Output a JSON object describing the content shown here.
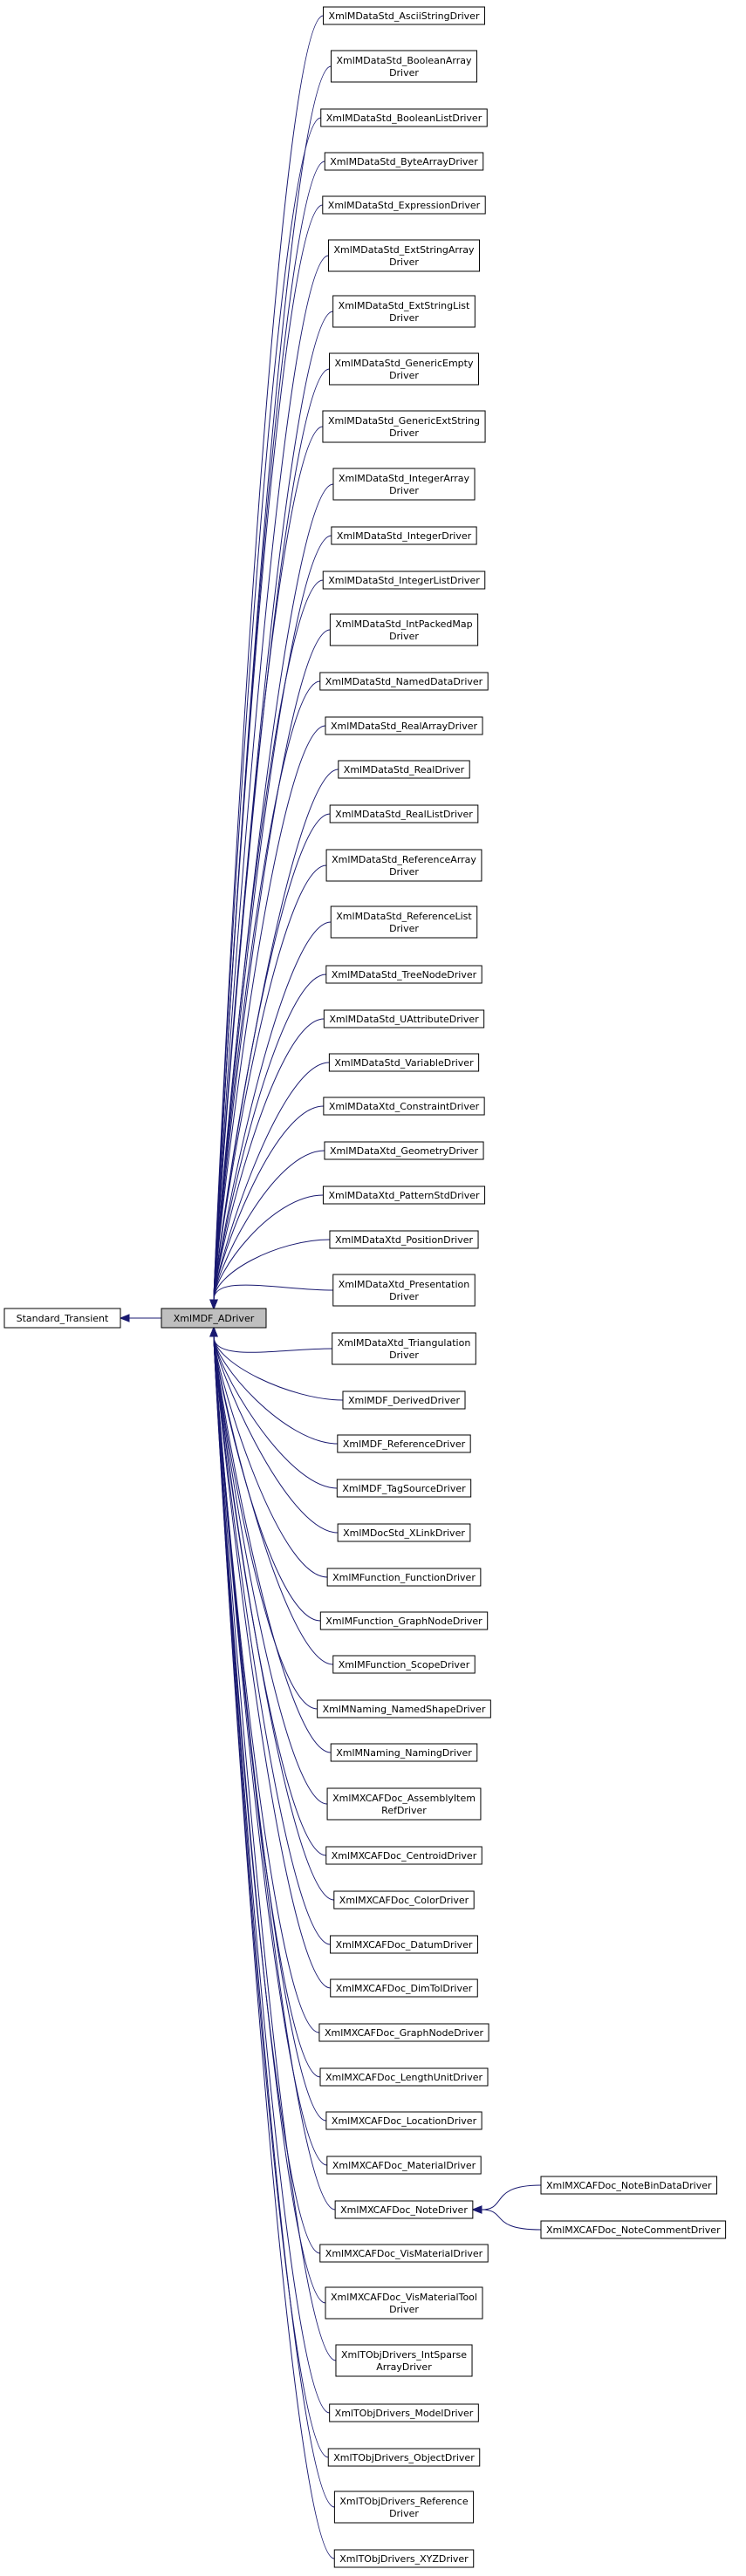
{
  "root": {
    "label": [
      "Standard_Transient"
    ]
  },
  "center": {
    "label": [
      "XmlMDF_ADriver"
    ]
  },
  "children": [
    {
      "label": [
        "XmlMDataStd_AsciiStringDriver"
      ]
    },
    {
      "label": [
        "XmlMDataStd_BooleanArray",
        "Driver"
      ]
    },
    {
      "label": [
        "XmlMDataStd_BooleanListDriver"
      ]
    },
    {
      "label": [
        "XmlMDataStd_ByteArrayDriver"
      ]
    },
    {
      "label": [
        "XmlMDataStd_ExpressionDriver"
      ]
    },
    {
      "label": [
        "XmlMDataStd_ExtStringArray",
        "Driver"
      ]
    },
    {
      "label": [
        "XmlMDataStd_ExtStringList",
        "Driver"
      ]
    },
    {
      "label": [
        "XmlMDataStd_GenericEmpty",
        "Driver"
      ]
    },
    {
      "label": [
        "XmlMDataStd_GenericExtString",
        "Driver"
      ]
    },
    {
      "label": [
        "XmlMDataStd_IntegerArray",
        "Driver"
      ]
    },
    {
      "label": [
        "XmlMDataStd_IntegerDriver"
      ]
    },
    {
      "label": [
        "XmlMDataStd_IntegerListDriver"
      ]
    },
    {
      "label": [
        "XmlMDataStd_IntPackedMap",
        "Driver"
      ]
    },
    {
      "label": [
        "XmlMDataStd_NamedDataDriver"
      ]
    },
    {
      "label": [
        "XmlMDataStd_RealArrayDriver"
      ]
    },
    {
      "label": [
        "XmlMDataStd_RealDriver"
      ]
    },
    {
      "label": [
        "XmlMDataStd_RealListDriver"
      ]
    },
    {
      "label": [
        "XmlMDataStd_ReferenceArray",
        "Driver"
      ]
    },
    {
      "label": [
        "XmlMDataStd_ReferenceList",
        "Driver"
      ]
    },
    {
      "label": [
        "XmlMDataStd_TreeNodeDriver"
      ]
    },
    {
      "label": [
        "XmlMDataStd_UAttributeDriver"
      ]
    },
    {
      "label": [
        "XmlMDataStd_VariableDriver"
      ]
    },
    {
      "label": [
        "XmlMDataXtd_ConstraintDriver"
      ]
    },
    {
      "label": [
        "XmlMDataXtd_GeometryDriver"
      ]
    },
    {
      "label": [
        "XmlMDataXtd_PatternStdDriver"
      ]
    },
    {
      "label": [
        "XmlMDataXtd_PositionDriver"
      ]
    },
    {
      "label": [
        "XmlMDataXtd_Presentation",
        "Driver"
      ]
    },
    {
      "label": [
        "XmlMDataXtd_Triangulation",
        "Driver"
      ]
    },
    {
      "label": [
        "XmlMDF_DerivedDriver"
      ]
    },
    {
      "label": [
        "XmlMDF_ReferenceDriver"
      ]
    },
    {
      "label": [
        "XmlMDF_TagSourceDriver"
      ]
    },
    {
      "label": [
        "XmlMDocStd_XLinkDriver"
      ]
    },
    {
      "label": [
        "XmlMFunction_FunctionDriver"
      ]
    },
    {
      "label": [
        "XmlMFunction_GraphNodeDriver"
      ]
    },
    {
      "label": [
        "XmlMFunction_ScopeDriver"
      ]
    },
    {
      "label": [
        "XmlMNaming_NamedShapeDriver"
      ]
    },
    {
      "label": [
        "XmlMNaming_NamingDriver"
      ]
    },
    {
      "label": [
        "XmlMXCAFDoc_AssemblyItem",
        "RefDriver"
      ]
    },
    {
      "label": [
        "XmlMXCAFDoc_CentroidDriver"
      ]
    },
    {
      "label": [
        "XmlMXCAFDoc_ColorDriver"
      ]
    },
    {
      "label": [
        "XmlMXCAFDoc_DatumDriver"
      ]
    },
    {
      "label": [
        "XmlMXCAFDoc_DimTolDriver"
      ]
    },
    {
      "label": [
        "XmlMXCAFDoc_GraphNodeDriver"
      ]
    },
    {
      "label": [
        "XmlMXCAFDoc_LengthUnitDriver"
      ]
    },
    {
      "label": [
        "XmlMXCAFDoc_LocationDriver"
      ]
    },
    {
      "label": [
        "XmlMXCAFDoc_MaterialDriver"
      ]
    },
    {
      "label": [
        "XmlMXCAFDoc_NoteDriver"
      ]
    },
    {
      "label": [
        "XmlMXCAFDoc_VisMaterialDriver"
      ]
    },
    {
      "label": [
        "XmlMXCAFDoc_VisMaterialTool",
        "Driver"
      ]
    },
    {
      "label": [
        "XmlTObjDrivers_IntSparse",
        "ArrayDriver"
      ]
    },
    {
      "label": [
        "XmlTObjDrivers_ModelDriver"
      ]
    },
    {
      "label": [
        "XmlTObjDrivers_ObjectDriver"
      ]
    },
    {
      "label": [
        "XmlTObjDrivers_Reference",
        "Driver"
      ]
    },
    {
      "label": [
        "XmlTObjDrivers_XYZDriver"
      ]
    }
  ],
  "grandchildren": {
    "parent": "XmlMXCAFDoc_NoteDriver",
    "items": [
      {
        "label": [
          "XmlMXCAFDoc_NoteBinDataDriver"
        ]
      },
      {
        "label": [
          "XmlMXCAFDoc_NoteCommentDriver"
        ]
      }
    ]
  },
  "colors": {
    "edge": "#191970",
    "center_fill": "#bfbfbf",
    "node_fill": "#ffffff",
    "node_border": "#000000"
  }
}
